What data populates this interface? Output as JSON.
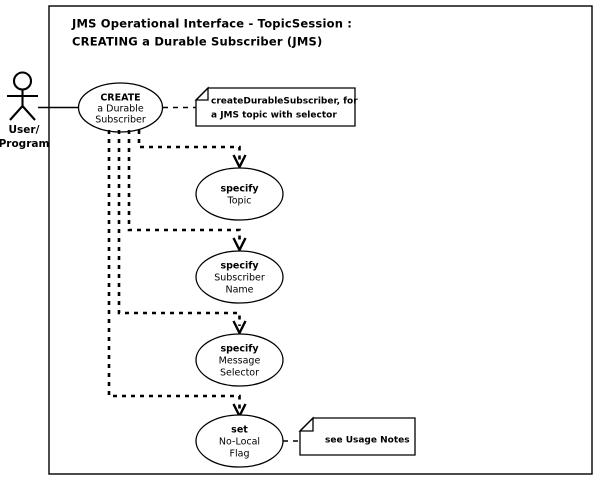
{
  "diagram": {
    "title_line1": "JMS Operational Interface  -  TopicSession :",
    "title_line2": "CREATING a Durable Subscriber (JMS)",
    "actor": {
      "label_line1": "User/",
      "label_line2": "Program",
      "icon": "actor-stick-figure"
    },
    "use_cases": [
      {
        "id": "create-durable-subscriber",
        "line1": "CREATE",
        "line2": "a Durable",
        "line3": "Subscriber"
      },
      {
        "id": "specify-topic",
        "line1": "specify",
        "line2": "Topic",
        "line3": ""
      },
      {
        "id": "specify-subscriber-name",
        "line1": "specify",
        "line2": "Subscriber",
        "line3": "Name"
      },
      {
        "id": "specify-message-selector",
        "line1": "specify",
        "line2": "Message",
        "line3": "Selector"
      },
      {
        "id": "set-no-local-flag",
        "line1": "set",
        "line2": "No-Local",
        "line3": "Flag"
      }
    ],
    "notes": [
      {
        "id": "create-durable-subscriber-note",
        "line1": "createDurableSubscriber, for",
        "line2": "a JMS topic with selector"
      },
      {
        "id": "usage-notes-note",
        "line1": "see Usage Notes",
        "line2": ""
      }
    ],
    "colors": {
      "stroke": "#000000",
      "background": "#ffffff"
    }
  }
}
